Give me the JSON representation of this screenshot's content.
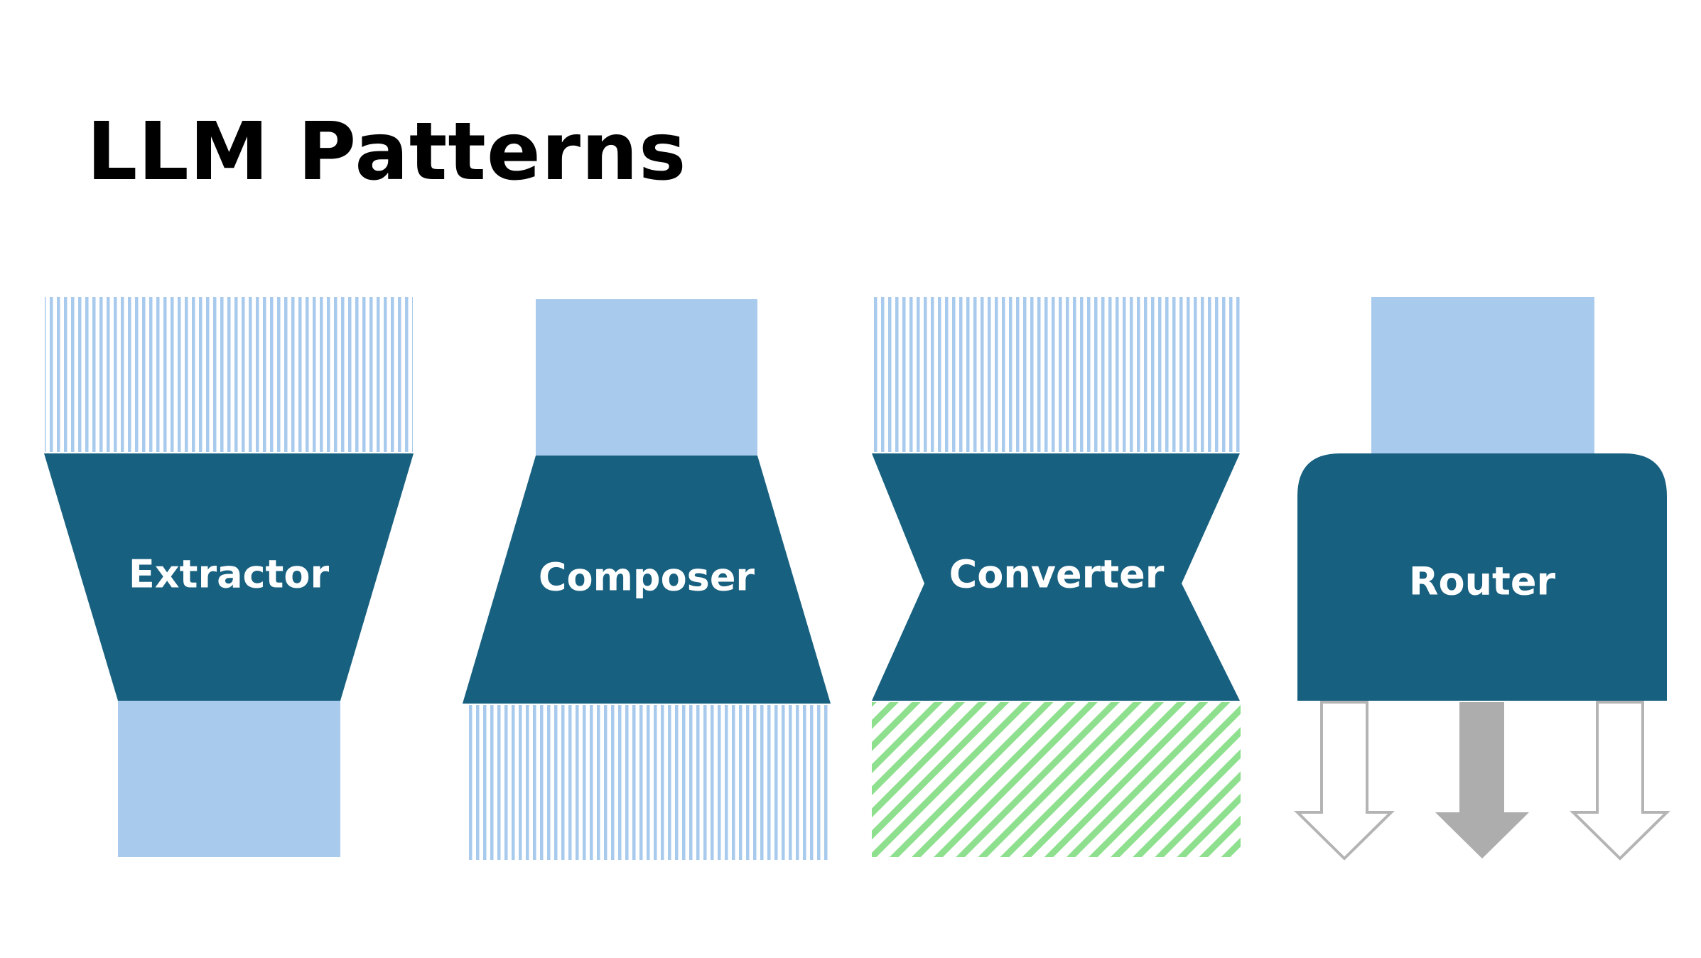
{
  "page": {
    "title": "LLM Patterns"
  },
  "colors": {
    "dark_blue": "#18607f",
    "light_blue": "#a8caec",
    "green_stripe": "#8ee08e",
    "arrow_outline": "#b4b4b4",
    "arrow_fill": "#adadad",
    "title": "#000000",
    "label": "#ffffff"
  },
  "patterns": [
    {
      "id": "extractor",
      "label": "Extractor",
      "input": "striped",
      "output": "solid"
    },
    {
      "id": "composer",
      "label": "Composer",
      "input": "solid",
      "output": "striped"
    },
    {
      "id": "converter",
      "label": "Converter",
      "input": "striped",
      "output": "green-diagonal-striped"
    },
    {
      "id": "router",
      "label": "Router",
      "input": "solid",
      "output": "arrows"
    }
  ],
  "router_arrows": [
    {
      "id": "left",
      "style": "outline"
    },
    {
      "id": "center",
      "style": "filled"
    },
    {
      "id": "right",
      "style": "outline"
    }
  ]
}
